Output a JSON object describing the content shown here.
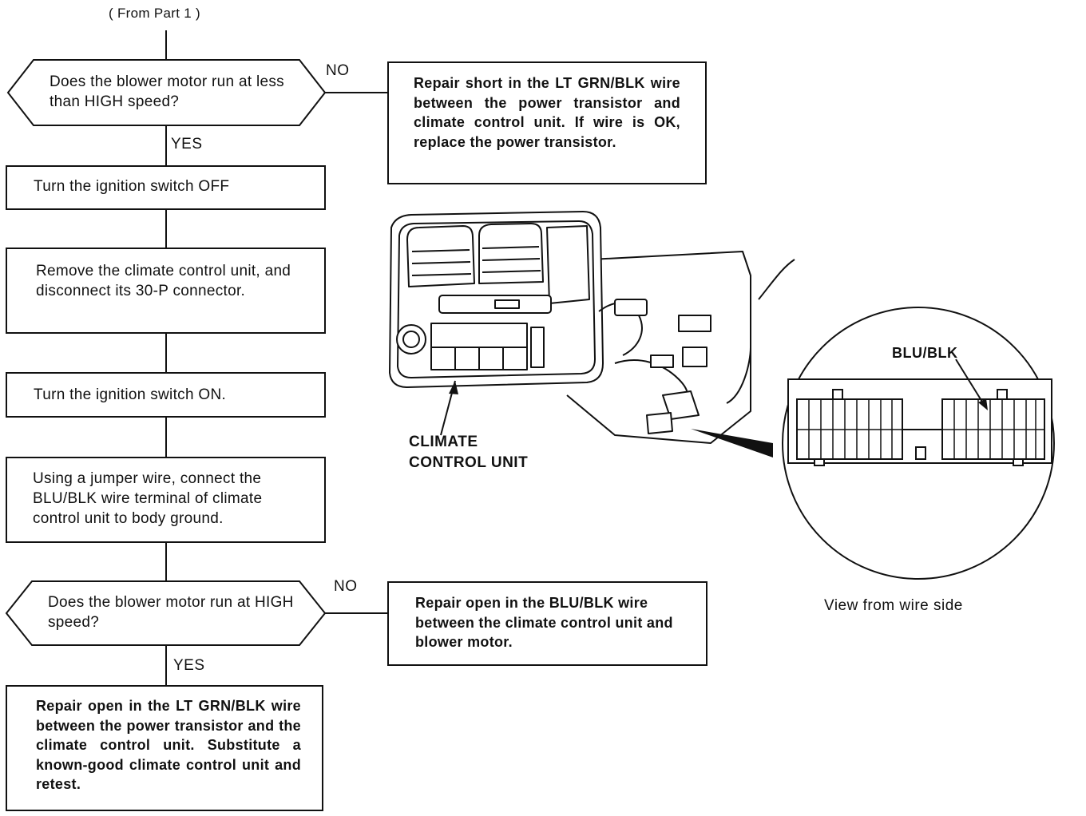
{
  "flow": {
    "from_label": "( From Part 1 )",
    "decision1": {
      "text": "Does the blower motor run at less than HIGH speed?"
    },
    "no1_label": "NO",
    "repair1": "Repair short in the LT GRN/BLK wire between the power transistor and climate control unit. If wire is OK, replace the power transistor.",
    "yes1_label": "YES",
    "step1": "Turn the ignition switch OFF",
    "step2": "Remove the climate control unit, and disconnect its 30-P connector.",
    "step3": "Turn the ignition switch ON.",
    "step4": "Using a jumper wire, connect the BLU/BLK wire terminal of climate control unit to body ground.",
    "decision2": {
      "text": "Does the blower motor run at HIGH speed?"
    },
    "no2_label": "NO",
    "repair2": "Repair open in the BLU/BLK wire between the climate control unit and blower motor.",
    "yes2_label": "YES",
    "repair3": "Repair open in the LT GRN/BLK wire between the power transistor and the climate control unit. Substitute a known-good climate control unit and retest."
  },
  "illustration": {
    "unit_label_line1": "CLIMATE",
    "unit_label_line2": "CONTROL UNIT",
    "connector_wire_label": "BLU/BLK",
    "view_caption": "View from wire side"
  }
}
